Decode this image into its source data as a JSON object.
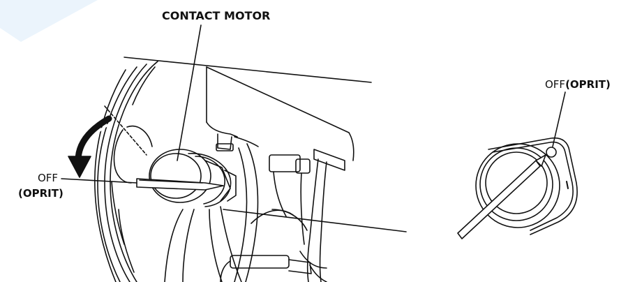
{
  "labels": {
    "contact_motor": "CONTACT MOTOR",
    "off_left": "OFF",
    "oprit_left": "(OPRIT)",
    "off_right_prefix": "OFF",
    "off_right_suffix": "(OPRIT)"
  },
  "icons": {
    "rotation_arrow": "curved-arrow-icon",
    "ignition_switch": "ignition-switch-icon",
    "switch_detail": "switch-detail-icon"
  },
  "colors": {
    "line": "#111111",
    "watermark": "#cfe6fb"
  }
}
